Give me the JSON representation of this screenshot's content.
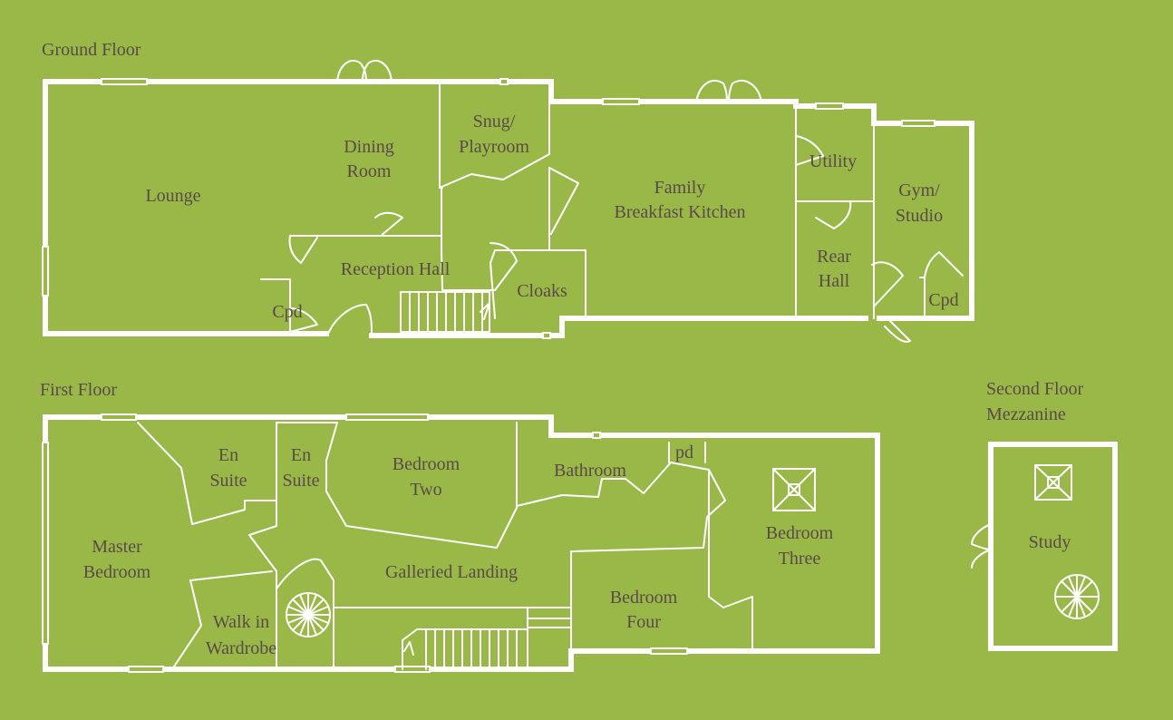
{
  "floors": {
    "ground": {
      "title": "Ground Floor",
      "rooms": {
        "lounge": "Lounge",
        "dining_l1": "Dining",
        "dining_l2": "Room",
        "snug_l1": "Snug/",
        "snug_l2": "Playroom",
        "kitchen_l1": "Family",
        "kitchen_l2": "Breakfast Kitchen",
        "utility": "Utility",
        "gym_l1": "Gym/",
        "gym_l2": "Studio",
        "reception_hall": "Reception Hall",
        "rear_hall_l1": "Rear",
        "rear_hall_l2": "Hall",
        "cloaks": "Cloaks",
        "cpd_left": "Cpd",
        "cpd_right": "Cpd"
      }
    },
    "first": {
      "title": "First Floor",
      "rooms": {
        "en_suite_1_l1": "En",
        "en_suite_1_l2": "Suite",
        "en_suite_2_l1": "En",
        "en_suite_2_l2": "Suite",
        "bedroom_two_l1": "Bedroom",
        "bedroom_two_l2": "Two",
        "bathroom": "Bathroom",
        "cpd": "pd",
        "master_l1": "Master",
        "master_l2": "Bedroom",
        "galleried_landing": "Galleried Landing",
        "bedroom_three_l1": "Bedroom",
        "bedroom_three_l2": "Three",
        "bedroom_four_l1": "Bedroom",
        "bedroom_four_l2": "Four",
        "walk_in_l1": "Walk in",
        "walk_in_l2": "Wardrobe"
      }
    },
    "second": {
      "title_l1": "Second Floor",
      "title_l2": "Mezzanine",
      "rooms": {
        "study": "Study"
      }
    }
  },
  "colors": {
    "background": "#99b847",
    "walls": "#ffffff",
    "text": "#5a4a48"
  }
}
